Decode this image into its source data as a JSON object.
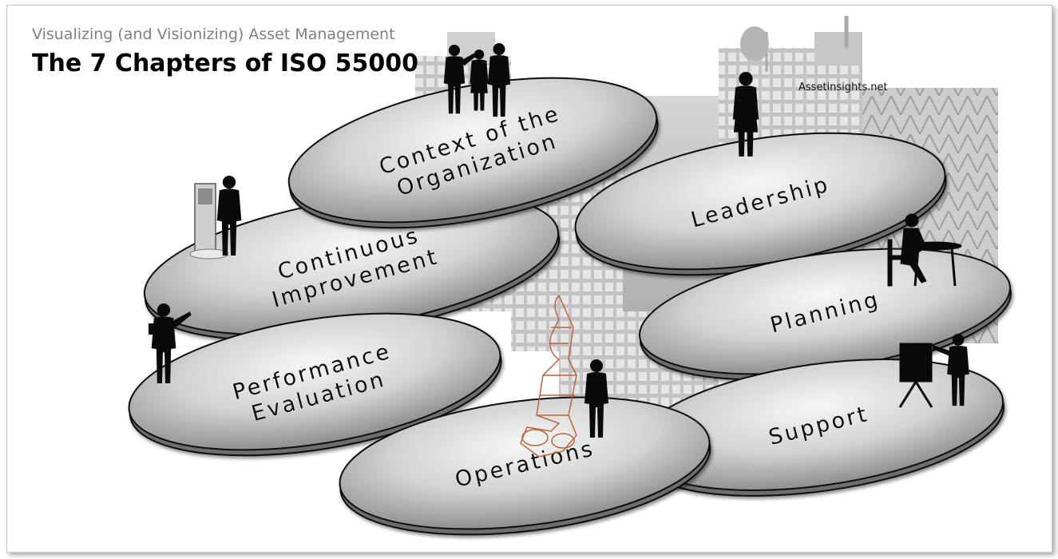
{
  "header": {
    "subtitle": "Visualizing (and Visionizing) Asset Management",
    "title": "The 7 Chapters of ISO 55000"
  },
  "watermark": "Assetinsights.net",
  "chapters": [
    {
      "id": "context",
      "line1": "Context of the",
      "line2": "Organization",
      "figure": "group-of-people-icon"
    },
    {
      "id": "leadership",
      "line1": "Leadership",
      "line2": "",
      "figure": "leader-woman-icon"
    },
    {
      "id": "planning",
      "line1": "Planning",
      "line2": "",
      "figure": "woman-at-desk-icon"
    },
    {
      "id": "support",
      "line1": "Support",
      "line2": "",
      "figure": "presenter-at-flipchart-icon"
    },
    {
      "id": "operations",
      "line1": "Operations",
      "line2": "",
      "figure": "engineer-with-machine-icon"
    },
    {
      "id": "performance",
      "line1": "Performance",
      "line2": "Evaluation",
      "figure": "inspector-with-clipboard-icon"
    },
    {
      "id": "improvement",
      "line1": "Continuous",
      "line2": "Improvement",
      "figure": "man-at-kiosk-icon"
    }
  ],
  "colors": {
    "disc_light": "#f4f4f4",
    "disc_dark": "#8a8a8a",
    "disc_outline": "#111111",
    "silhouette": "#0a0a0a",
    "machine_wire": "#b5653f"
  }
}
